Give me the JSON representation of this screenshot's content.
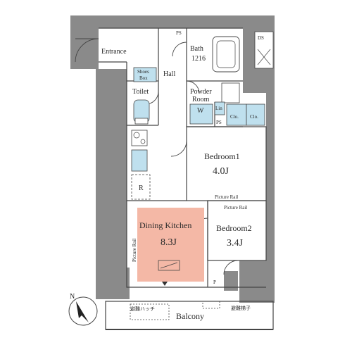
{
  "plan": {
    "colors": {
      "wall": "#8a8a8a",
      "wall_dark": "#7a7a7a",
      "line": "#444444",
      "fixture_blue": "#bfe0ee",
      "dining_highlight": "#f4b8a6",
      "background": "#ffffff"
    },
    "rooms": {
      "entrance": "Entrance",
      "shoes_box_line1": "Shoes",
      "shoes_box_line2": "Box",
      "hall": "Hall",
      "bath_line1": "Bath",
      "bath_line2": "1216",
      "toilet": "Toilet",
      "powder_line1": "Powder",
      "powder_line2": "Room",
      "washer": "W",
      "linen": "Lin",
      "closet_1": "Clo.",
      "closet_2": "Clo.",
      "ps_top": "PS",
      "ps_middle": "PS",
      "ps_bottom": "P",
      "ds": "DS",
      "refrigerator": "R",
      "bedroom1_name": "Bedroom1",
      "bedroom1_size": "4.0J",
      "bedroom2_name": "Bedroom2",
      "bedroom2_size": "3.4J",
      "dining_name": "Dining Kitchen",
      "dining_size": "8.3J",
      "picture_rail_b1": "Picture Rail",
      "picture_rail_b2": "Picture Rail",
      "picture_rail_dk": "Picture Rail",
      "balcony": "Balcony",
      "evac_hatch": "避難ハッチ",
      "evac_ladder": "避難梯子"
    },
    "compass": {
      "north_label": "N"
    }
  }
}
